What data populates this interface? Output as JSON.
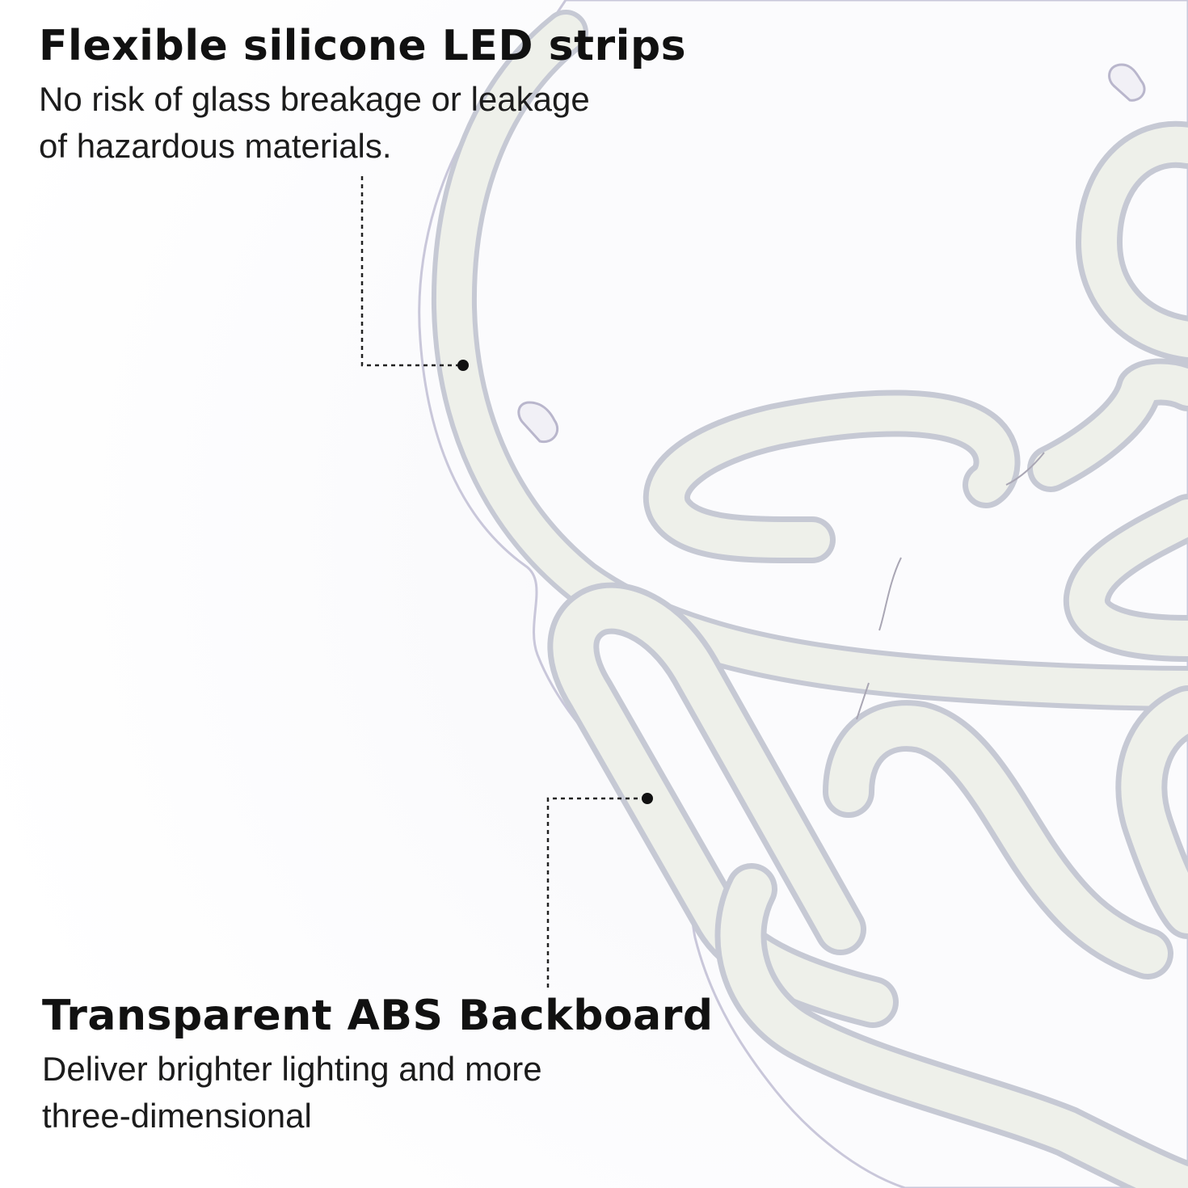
{
  "callouts": {
    "top": {
      "title": "Flexible silicone LED strips",
      "description_lines": [
        "No risk of glass breakage or leakage",
        "of hazardous materials."
      ]
    },
    "bottom": {
      "title": "Transparent ABS Backboard",
      "description_lines": [
        "Deliver brighter lighting and more",
        "three-dimensional"
      ]
    }
  },
  "colors": {
    "background": "#ffffff",
    "neon_tube": "#eef0ea",
    "neon_tube_shadow": "#c9ccd6",
    "backboard_edge": "#c7c5d8",
    "leader_line": "#222222",
    "text": "#111111"
  }
}
